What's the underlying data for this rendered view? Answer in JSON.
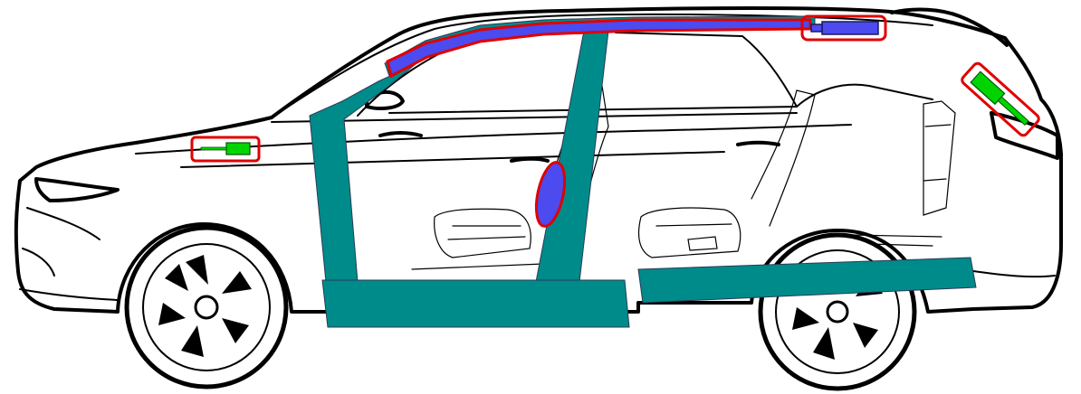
{
  "diagram": {
    "subject": "side-view-suv-airbag-components",
    "colors": {
      "structure": "#008B8B",
      "curtain_airbag": "#4B4BF0",
      "curtain_outline": "#E00000",
      "highlight_box": "#E00000",
      "sensor": "#00D400",
      "seat_airbag": "#4B4BF0",
      "body_line": "#000000"
    },
    "components": [
      {
        "id": "front-impact-sensor",
        "icon": "green-sensor",
        "highlighted": true
      },
      {
        "id": "curtain-airbag",
        "icon": "blue-red-strip",
        "highlighted": true
      },
      {
        "id": "curtain-inflator",
        "icon": "blue-inflator",
        "highlighted": true
      },
      {
        "id": "rear-impact-sensor",
        "icon": "green-sensor",
        "highlighted": true
      },
      {
        "id": "seat-side-airbag",
        "icon": "blue-oval",
        "highlighted": true
      }
    ],
    "structures": [
      "a-pillar",
      "b-pillar",
      "front-rocker-sill",
      "rear-rocker-sill",
      "roof-rail"
    ]
  }
}
